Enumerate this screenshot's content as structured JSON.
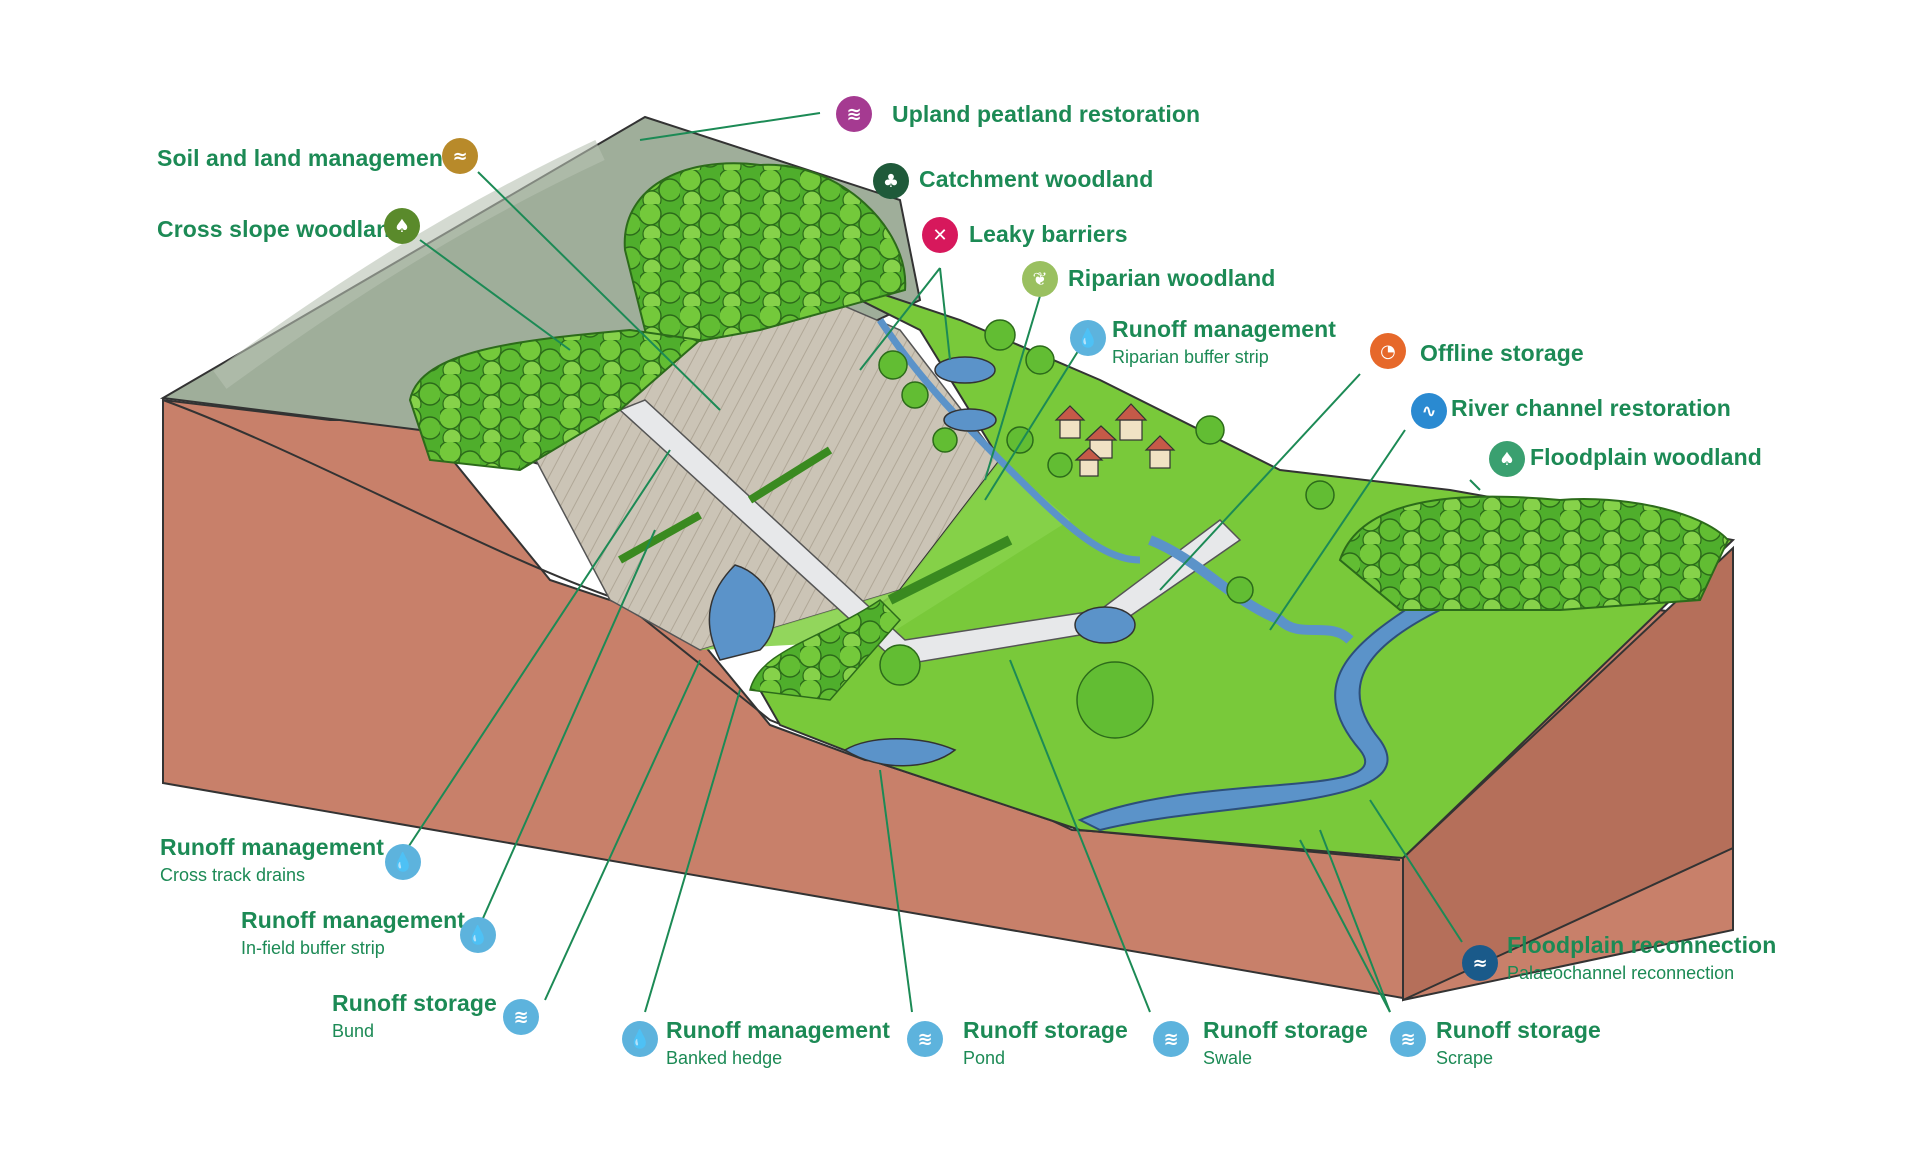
{
  "colors": {
    "label_text": "#1c8a55",
    "leader_line": "#1c8a55",
    "soil": "#c8806a",
    "grass": "#79c93a",
    "water": "#5b93c9",
    "moor": "#9fae9a"
  },
  "labels": {
    "upland_peatland": {
      "title": "Upland peatland restoration",
      "icon": "peat-icon",
      "color": "#a53a91"
    },
    "soil_land": {
      "title": "Soil and land management",
      "icon": "soil-icon",
      "color": "#b88a2a"
    },
    "catchment_woodland": {
      "title": "Catchment woodland",
      "icon": "conifer-trees-icon",
      "color": "#1f5a3a"
    },
    "leaky_barriers": {
      "title": "Leaky barriers",
      "icon": "leaky-barrier-icon",
      "color": "#d7185c"
    },
    "cross_slope_woodland": {
      "title": "Cross slope woodland",
      "icon": "tree-icon",
      "color": "#5a8a2b"
    },
    "riparian_woodland": {
      "title": "Riparian woodland",
      "icon": "leaf-tree-icon",
      "color": "#9ac060"
    },
    "runoff_riparian": {
      "title": "Runoff management",
      "sub": "Riparian buffer strip",
      "icon": "water-drop-icon",
      "color": "#5db3dd"
    },
    "offline_storage": {
      "title": "Offline storage",
      "icon": "offline-storage-icon",
      "color": "#e6682a"
    },
    "river_channel": {
      "title": "River channel restoration",
      "icon": "river-icon",
      "color": "#2a8ad1"
    },
    "floodplain_woodland": {
      "title": "Floodplain woodland",
      "icon": "floodplain-tree-icon",
      "color": "#3aa070"
    },
    "runoff_cross_track": {
      "title": "Runoff management",
      "sub": "Cross track drains",
      "icon": "water-drop-icon",
      "color": "#5db3dd"
    },
    "runoff_infield": {
      "title": "Runoff management",
      "sub": "In-field buffer strip",
      "icon": "water-drop-icon",
      "color": "#5db3dd"
    },
    "storage_bund": {
      "title": "Runoff storage",
      "sub": "Bund",
      "icon": "storage-icon",
      "color": "#5db3dd"
    },
    "runoff_banked_hedge": {
      "title": "Runoff management",
      "sub": "Banked hedge",
      "icon": "water-drop-icon",
      "color": "#5db3dd"
    },
    "storage_pond": {
      "title": "Runoff storage",
      "sub": "Pond",
      "icon": "storage-icon",
      "color": "#5db3dd"
    },
    "storage_swale": {
      "title": "Runoff storage",
      "sub": "Swale",
      "icon": "storage-icon",
      "color": "#5db3dd"
    },
    "storage_scrape": {
      "title": "Runoff storage",
      "sub": "Scrape",
      "icon": "storage-icon",
      "color": "#5db3dd"
    },
    "floodplain_reconnection": {
      "title": "Floodplain reconnection",
      "sub": "Palaeochannel reconnection",
      "icon": "floodplain-wave-icon",
      "color": "#1a5a8a"
    }
  }
}
